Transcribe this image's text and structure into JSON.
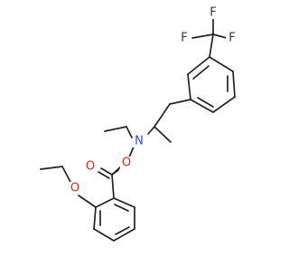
{
  "molecule": {
    "atoms": {
      "F_top": {
        "symbol": "F",
        "color": "#3a3a3a"
      },
      "F_left": {
        "symbol": "F",
        "color": "#3a3a3a"
      },
      "F_right": {
        "symbol": "F",
        "color": "#3a3a3a"
      },
      "N_amine": {
        "symbol": "N",
        "color": "#2b46d6"
      },
      "O_carbonyl": {
        "symbol": "O",
        "color": "#e8231a"
      },
      "O_ester": {
        "symbol": "O",
        "color": "#e8231a"
      },
      "O_ether": {
        "symbol": "O",
        "color": "#e8231a"
      }
    },
    "bond_color": "#222222",
    "background": "#ffffff"
  }
}
